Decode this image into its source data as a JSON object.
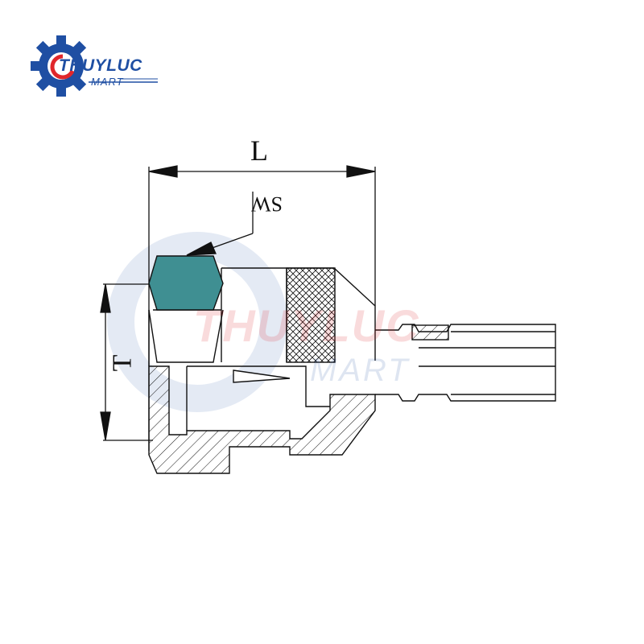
{
  "logo": {
    "name": "THUYLUC",
    "sub": "MART",
    "gear_icon": "gear-icon",
    "colors": {
      "blue": "#1f4fa3",
      "red": "#e0262b"
    }
  },
  "watermark": {
    "name": "THUYLUC",
    "sub": "MART"
  },
  "dimensions": {
    "length": "L",
    "wrench_size": "SW",
    "thread": "T"
  },
  "colors": {
    "hex_fill": "#3f8f92",
    "line": "#111111",
    "watermark": "#9fb3d9"
  }
}
